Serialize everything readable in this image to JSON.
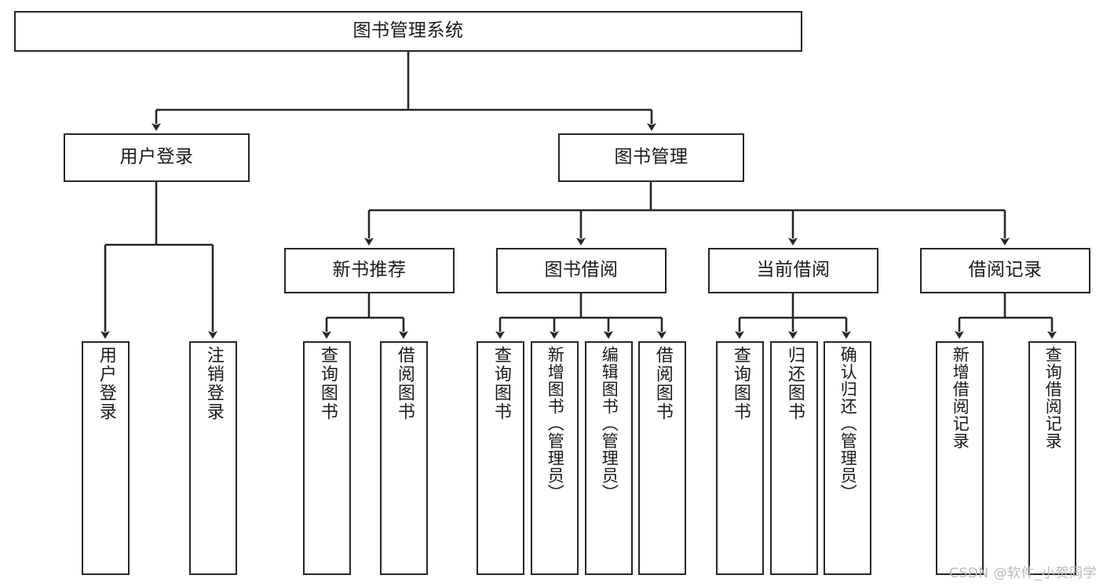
{
  "diagram": {
    "title": "图书管理系统",
    "type": "tree",
    "watermark": "CSDN @软件_小贺同学",
    "colors": {
      "stroke": "#262626",
      "fill": "#ffffff",
      "text": "#1a1a1a",
      "watermark": "#b9b9b9"
    },
    "nodes": {
      "root": {
        "label": "图书管理系统"
      },
      "level2": [
        {
          "id": "user-login",
          "label": "用户登录"
        },
        {
          "id": "book-manage",
          "label": "图书管理"
        }
      ],
      "level3": [
        {
          "id": "new-book-recommend",
          "label": "新书推荐"
        },
        {
          "id": "book-borrow",
          "label": "图书借阅"
        },
        {
          "id": "current-borrow",
          "label": "当前借阅"
        },
        {
          "id": "borrow-record",
          "label": "借阅记录"
        }
      ],
      "leaves": {
        "user-login": [
          {
            "id": "leaf-user-login",
            "label": "用户登录"
          },
          {
            "id": "leaf-logout",
            "label": "注销登录"
          }
        ],
        "new-book-recommend": [
          {
            "id": "leaf-query-book-1",
            "label": "查询图书"
          },
          {
            "id": "leaf-borrow-book-1",
            "label": "借阅图书"
          }
        ],
        "book-borrow": [
          {
            "id": "leaf-query-book-2",
            "label": "查询图书"
          },
          {
            "id": "leaf-add-book",
            "label": "新增图书（管理员）"
          },
          {
            "id": "leaf-edit-book",
            "label": "编辑图书（管理员）"
          },
          {
            "id": "leaf-borrow-book-2",
            "label": "借阅图书"
          }
        ],
        "current-borrow": [
          {
            "id": "leaf-query-book-3",
            "label": "查询图书"
          },
          {
            "id": "leaf-return-book",
            "label": "归还图书"
          },
          {
            "id": "leaf-confirm-return",
            "label": "确认归还（管理员）"
          }
        ],
        "borrow-record": [
          {
            "id": "leaf-add-record",
            "label": "新增借阅记录"
          },
          {
            "id": "leaf-query-record",
            "label": "查询借阅记录"
          }
        ]
      }
    }
  }
}
